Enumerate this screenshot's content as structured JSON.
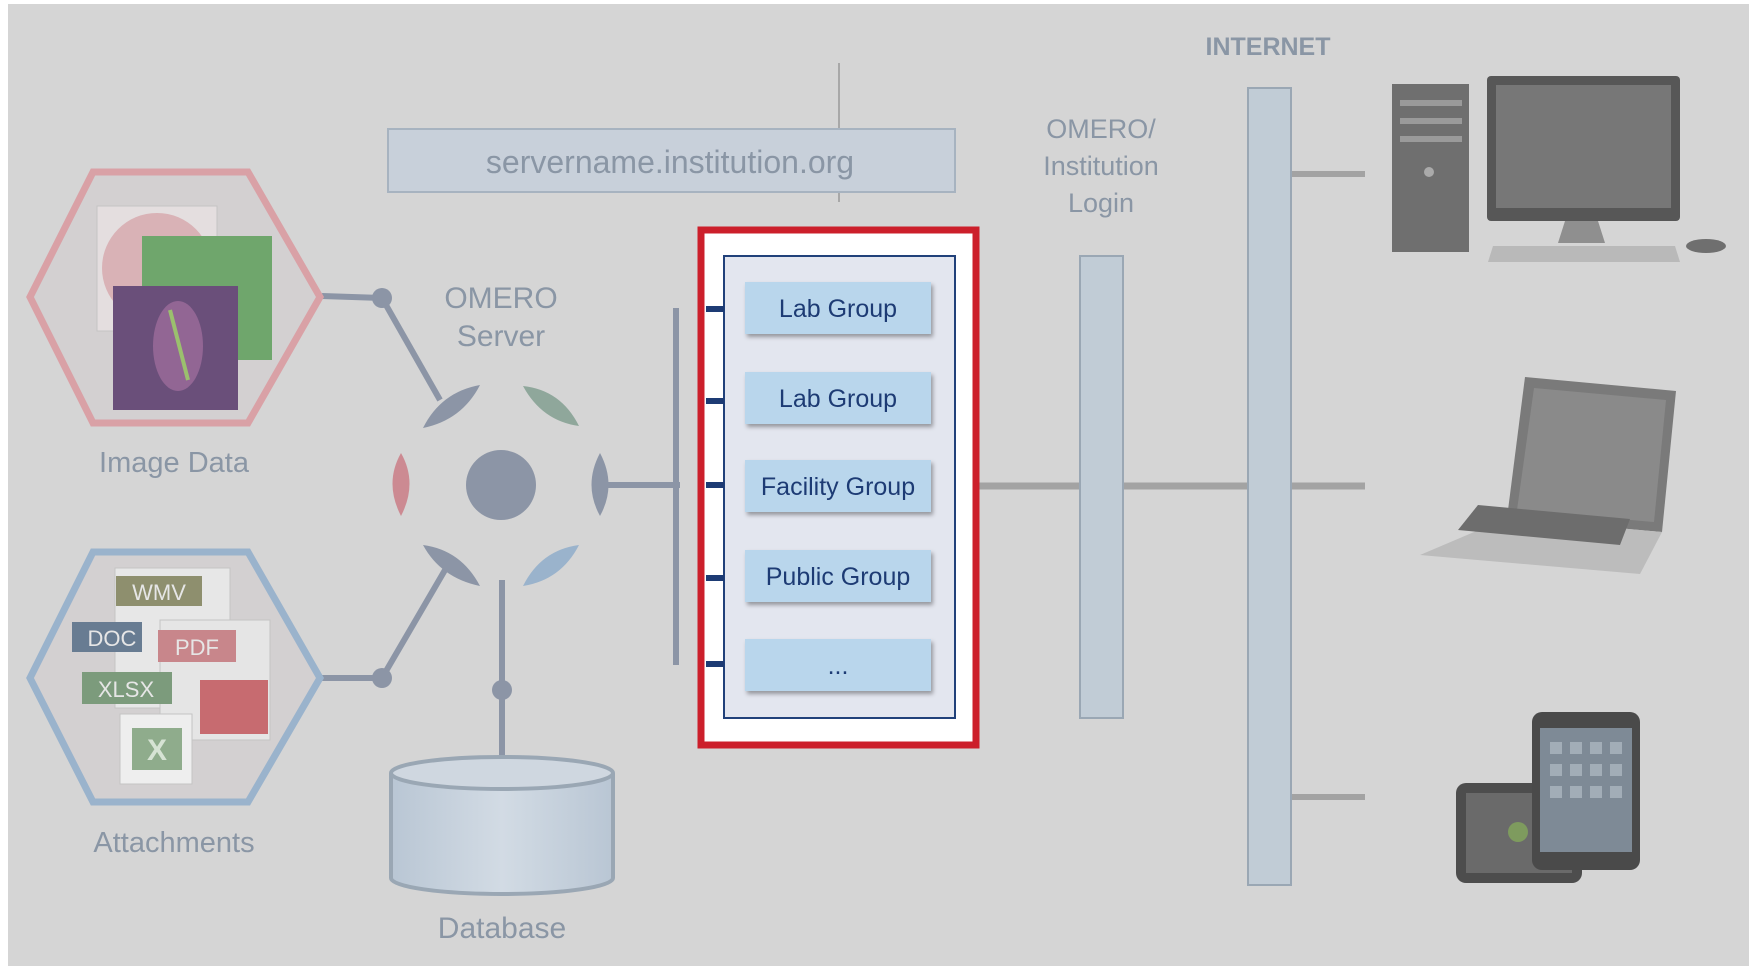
{
  "labels": {
    "internet": "INTERNET",
    "server_url": "servername.institution.org",
    "login": [
      "OMERO/",
      "Institution",
      "Login"
    ],
    "omero_server": [
      "OMERO",
      "Server"
    ],
    "image_data": "Image Data",
    "attachments": "Attachments",
    "database": "Database"
  },
  "groups": [
    {
      "label": "Lab Group"
    },
    {
      "label": "Lab Group"
    },
    {
      "label": "Facility Group"
    },
    {
      "label": "Public Group"
    },
    {
      "label": "..."
    }
  ],
  "file_types": [
    "WMV",
    "DOC",
    "PDF",
    "XLSX"
  ],
  "colors": {
    "background": "#d5d5d5",
    "muted_text": "#8a96a5",
    "group_fill": "#b9d6ec",
    "group_text": "#1d3b74",
    "highlight_border": "#cc1f2b",
    "connector": "#8c95a6",
    "image_hex": "#d9a1a6",
    "attach_hex": "#9ab3cc"
  }
}
